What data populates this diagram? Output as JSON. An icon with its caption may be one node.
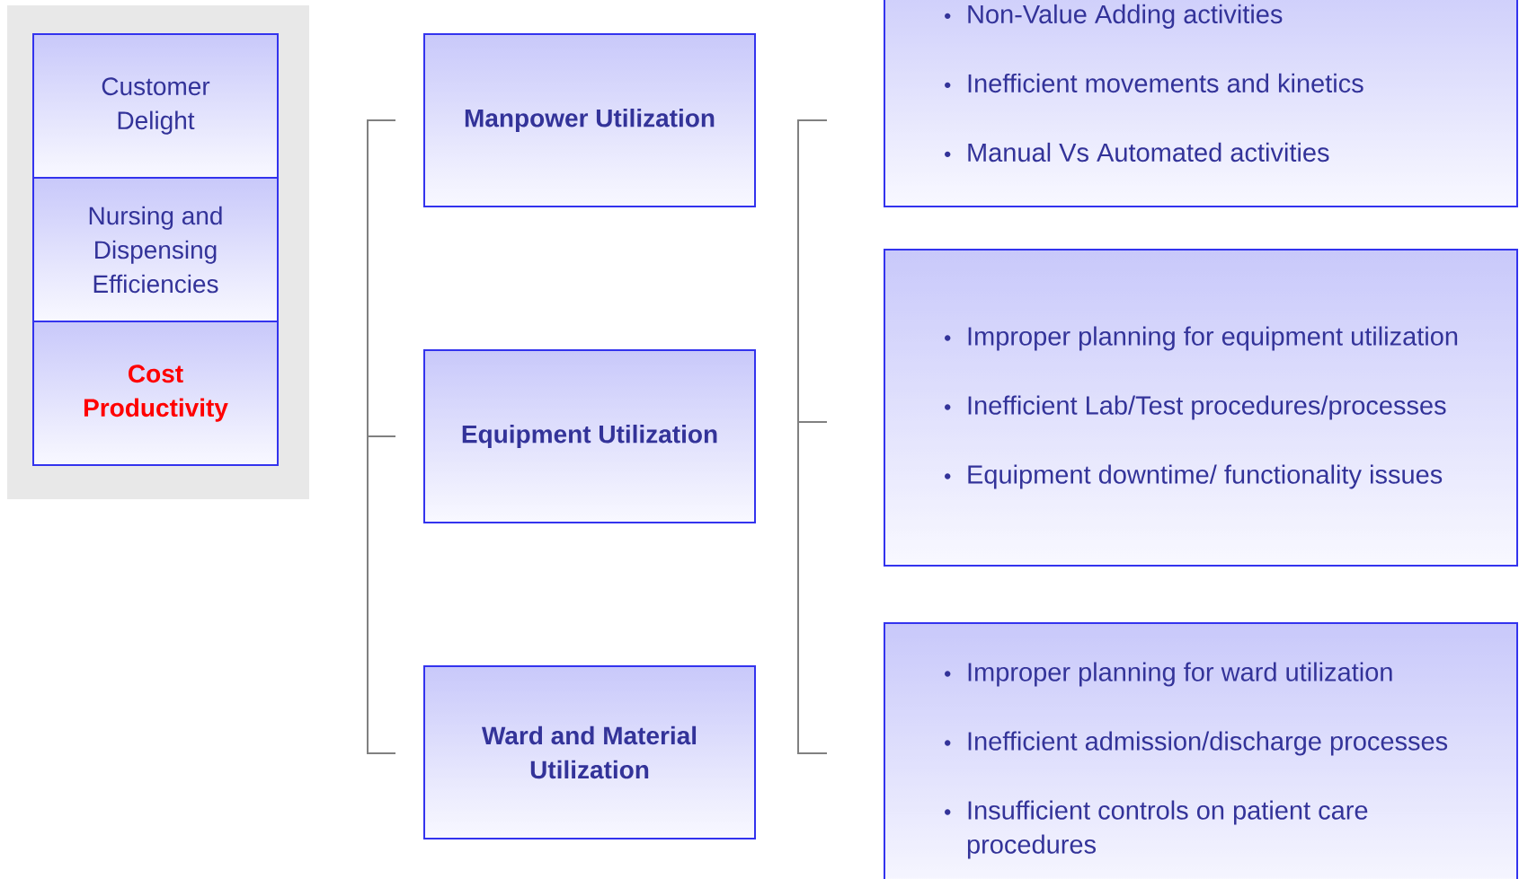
{
  "diagram": {
    "nodes": [
      {
        "text": [],
        "shape": "box"
      },
      {
        "text": [
          "Customer Delight"
        ],
        "in": 0
      },
      {
        "text": [
          "Nursing and Dispensing Efficiencies"
        ],
        "in": 0
      },
      {
        "text": [
          "Cost Productivity"
        ],
        "in": 0
      },
      {
        "text": [
          "Manpower Utilization"
        ]
      },
      {
        "text": [
          "Non-Value Adding activities",
          "Inefficient movements and kinetics",
          "Manual Vs Automated activities"
        ]
      },
      {
        "text": [
          "Equipment Utilization"
        ]
      },
      {
        "text": [
          "Improper planning for equipment utilization",
          "Inefficient Lab/Test procedures/processes",
          "Equipment downtime/ functionality issues"
        ]
      },
      {
        "text": [
          "Ward and Material Utilization"
        ]
      },
      {
        "text": [
          "Improper planning for ward utilization",
          "Inefficient admission/discharge processes",
          "Insufficient controls on patient care procedures"
        ]
      }
    ]
  }
}
